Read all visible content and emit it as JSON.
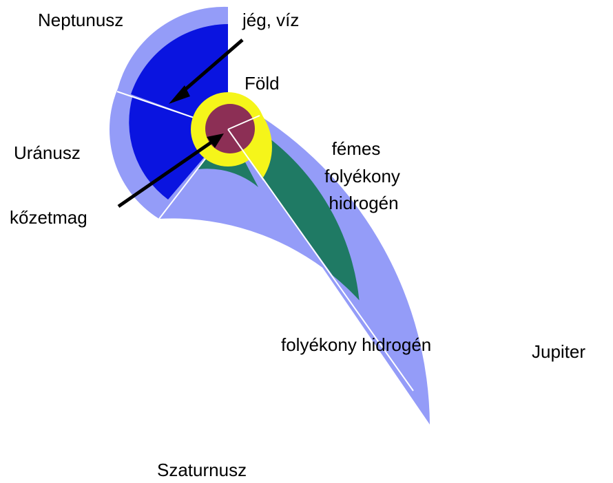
{
  "diagram": {
    "colors": {
      "background": "#ffffff",
      "outer_hydrogen_helium": "#949cf8",
      "ice_water": "#0a14e0",
      "metallic_hydrogen": "#1f7a64",
      "earth_layer": "#f5f51a",
      "rocky_core": "#8c2f55",
      "arrow": "#000000"
    },
    "labels": {
      "neptune": "Neptunusz",
      "uranus": "Uránusz",
      "earth": "Föld",
      "jupiter": "Jupiter",
      "saturn": "Szaturnusz",
      "ice_water": "jég, víz",
      "rocky_core": "kőzetmag",
      "liquid_hydrogen": "folyékony hidrogén",
      "metallic_line1": "fémes",
      "metallic_line2": "folyékony",
      "metallic_line3": "hidrogén"
    }
  }
}
